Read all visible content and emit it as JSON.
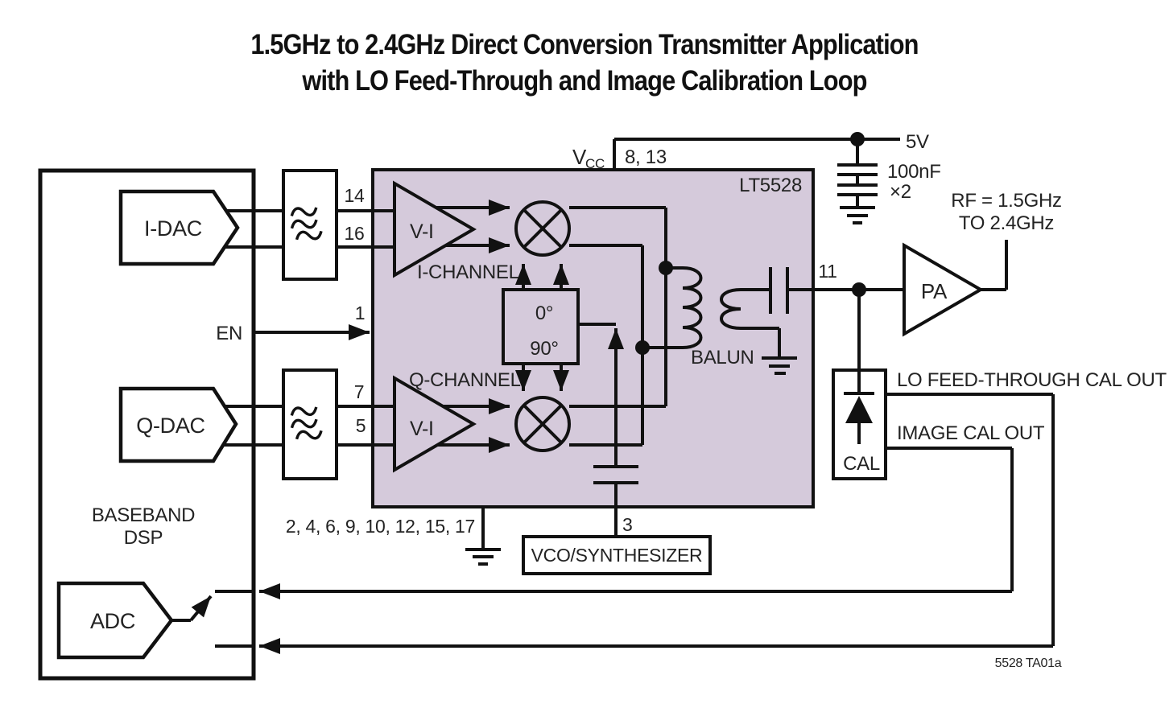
{
  "title": {
    "line1": "1.5GHz to 2.4GHz Direct Conversion Transmitter Application",
    "line2": "with LO Feed-Through and Image Calibration Loop"
  },
  "colors": {
    "chip_fill": "#D5CADB",
    "wire": "#111111",
    "text": "#232323",
    "note": "#4C4C4C"
  },
  "power": {
    "vcc_main": "V",
    "vcc_sub": "CC",
    "pins": "8, 13",
    "voltage": "5V",
    "cap": "100nF",
    "cap_mult": "×2"
  },
  "chip": {
    "name": "LT5528",
    "i_channel": "I-CHANNEL",
    "q_channel": "Q-CHANNEL",
    "vi_i": "V-I",
    "vi_q": "V-I",
    "phase_0": "0°",
    "phase_90": "90°",
    "balun": "BALUN",
    "ground_pins": "2, 4, 6, 9, 10, 12, 15, 17"
  },
  "pins": {
    "i_p": "14",
    "i_m": "16",
    "en": "1",
    "q_p": "7",
    "q_m": "5",
    "rf": "11",
    "lo": "3"
  },
  "dsp": {
    "name1": "BASEBAND",
    "name2": "DSP",
    "i_dac": "I-DAC",
    "q_dac": "Q-DAC",
    "adc": "ADC",
    "en": "EN"
  },
  "ext": {
    "vco": "VCO/SYNTHESIZER",
    "pa": "PA",
    "rf1": "RF = 1.5GHz",
    "rf2": "TO 2.4GHz",
    "cal": "CAL",
    "lo_out": "LO FEED-THROUGH CAL OUT",
    "image_out": "IMAGE CAL OUT"
  },
  "note": "5528 TA01a"
}
